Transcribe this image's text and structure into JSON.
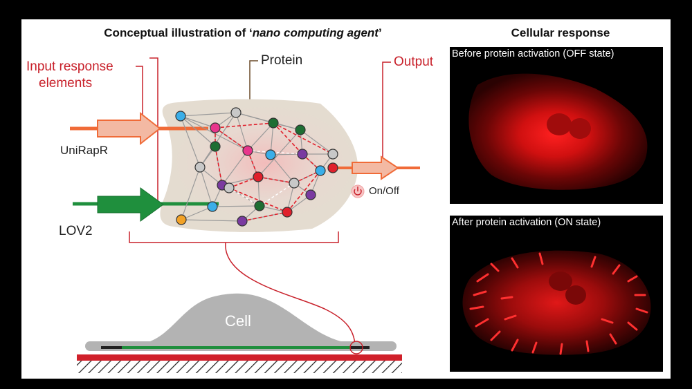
{
  "left_title_prefix": "Conceptual illustration of ‘",
  "left_title_italic": "nano computing agent",
  "left_title_suffix": "’",
  "right_title": "Cellular response",
  "input_label_line1": "Input response",
  "input_label_line2": "elements",
  "protein_label": "Protein",
  "output_label": "Output",
  "uni_label": "UniRapR",
  "lov_label": "LOV2",
  "onoff_label": "On/Off",
  "cell_label": "Cell",
  "top_image_caption": "Before protein activation (OFF state)",
  "bottom_image_caption": "After protein activation (ON state)",
  "colors": {
    "accent_red": "#c8202a",
    "input_orange": "#f06b38",
    "input_green": "#1f8f3d",
    "protein_bg": "#e4dcd0",
    "node_blue": "#3aaee8",
    "node_gray": "#c8c8c8",
    "node_pink": "#e8358c",
    "node_green": "#1e6e33",
    "node_orange": "#f2a227",
    "node_purple": "#7a3aa0",
    "node_red": "#e0202c"
  }
}
